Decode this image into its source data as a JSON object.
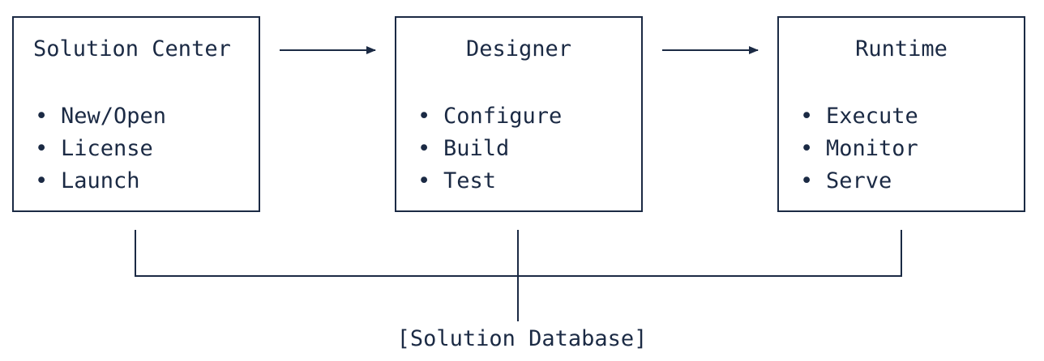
{
  "colors": {
    "ink": "#1b2a44",
    "background": "#ffffff"
  },
  "boxes": [
    {
      "title": "Solution Center",
      "bullet": "•",
      "items": [
        "New/Open",
        "License",
        "Launch"
      ]
    },
    {
      "title": "Designer",
      "bullet": "•",
      "items": [
        "Configure",
        "Build",
        "Test"
      ]
    },
    {
      "title": "Runtime",
      "bullet": "•",
      "items": [
        "Execute",
        "Monitor",
        "Serve"
      ]
    }
  ],
  "database": {
    "label": "[Solution Database]"
  }
}
